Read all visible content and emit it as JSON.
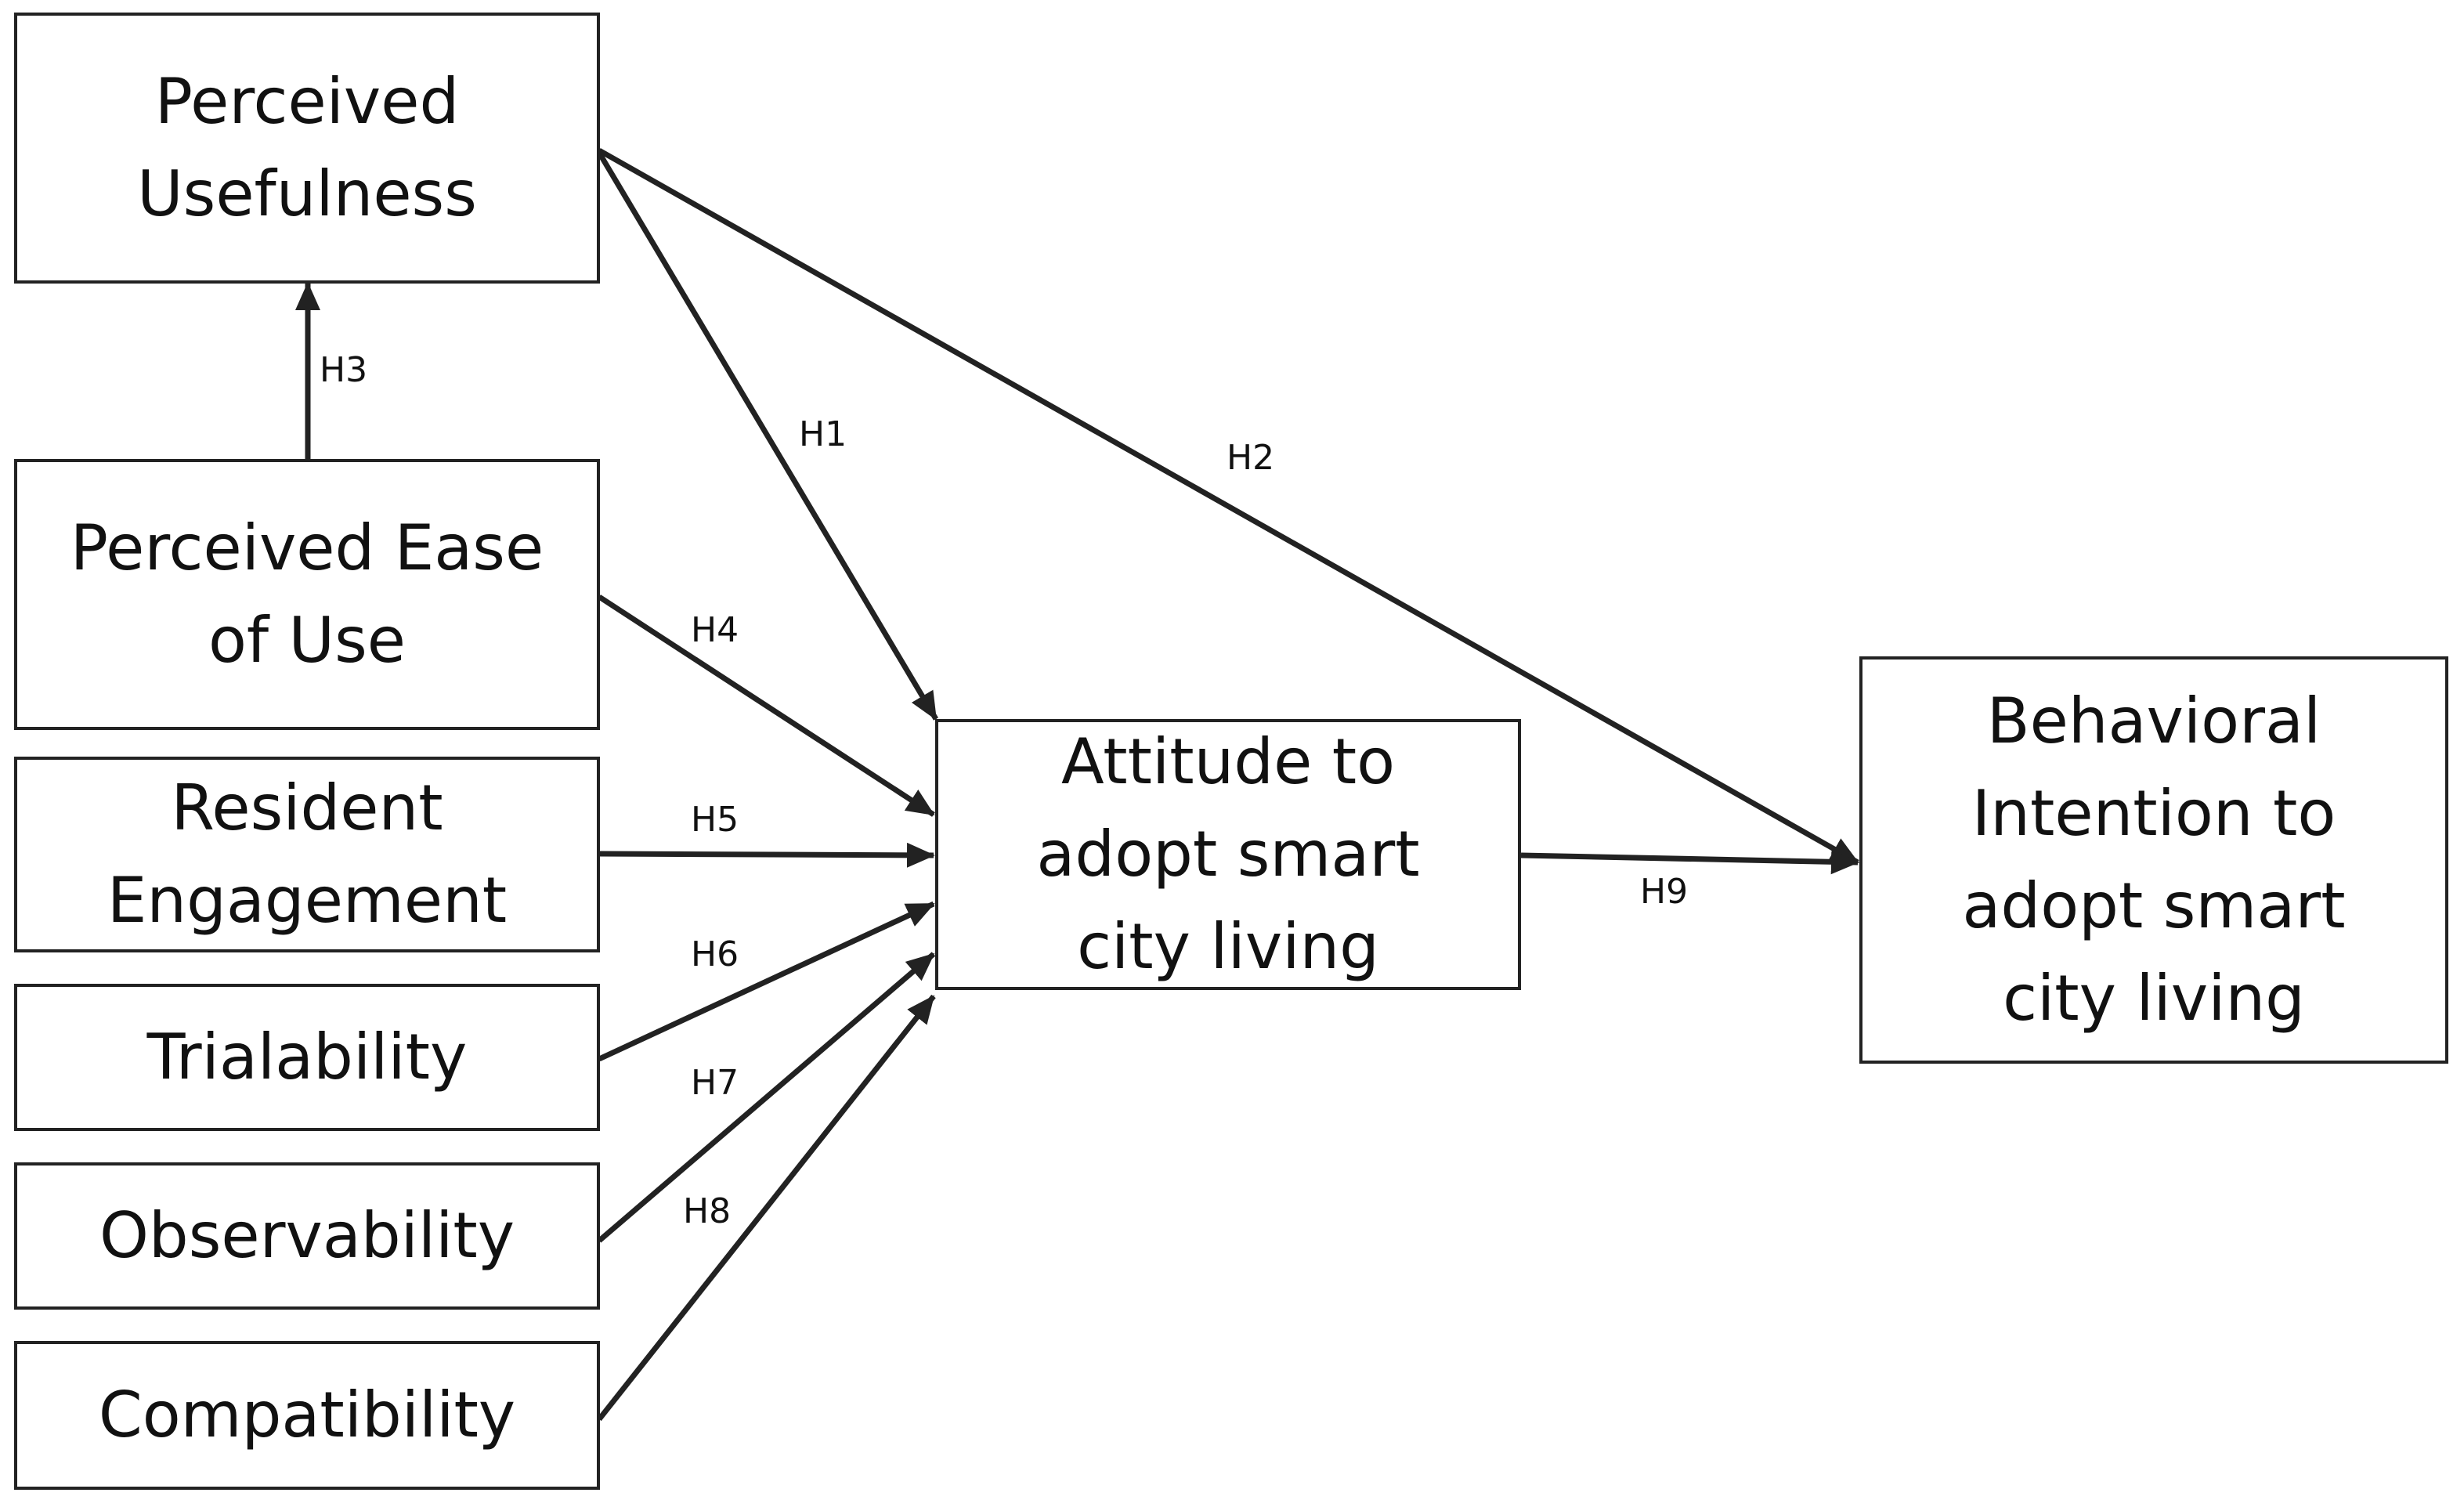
{
  "diagram": {
    "nodes": {
      "perceived_usefulness": "Perceived\nUsefulness",
      "perceived_ease_of_use": "Perceived Ease\nof Use",
      "resident_engagement": "Resident\nEngagement",
      "trialability": "Trialability",
      "observability": "Observability",
      "compatibility": "Compatibility",
      "attitude": "Attitude to\nadopt smart\ncity living",
      "behavioral_intention": "Behavioral\nIntention to\nadopt smart\ncity living"
    },
    "edges": {
      "h1": "H1",
      "h2": "H2",
      "h3": "H3",
      "h4": "H4",
      "h5": "H5",
      "h6": "H6",
      "h7": "H7",
      "h8": "H8",
      "h9": "H9"
    },
    "colors": {
      "stroke": "#222222",
      "text": "#111111",
      "background": "#ffffff"
    }
  }
}
